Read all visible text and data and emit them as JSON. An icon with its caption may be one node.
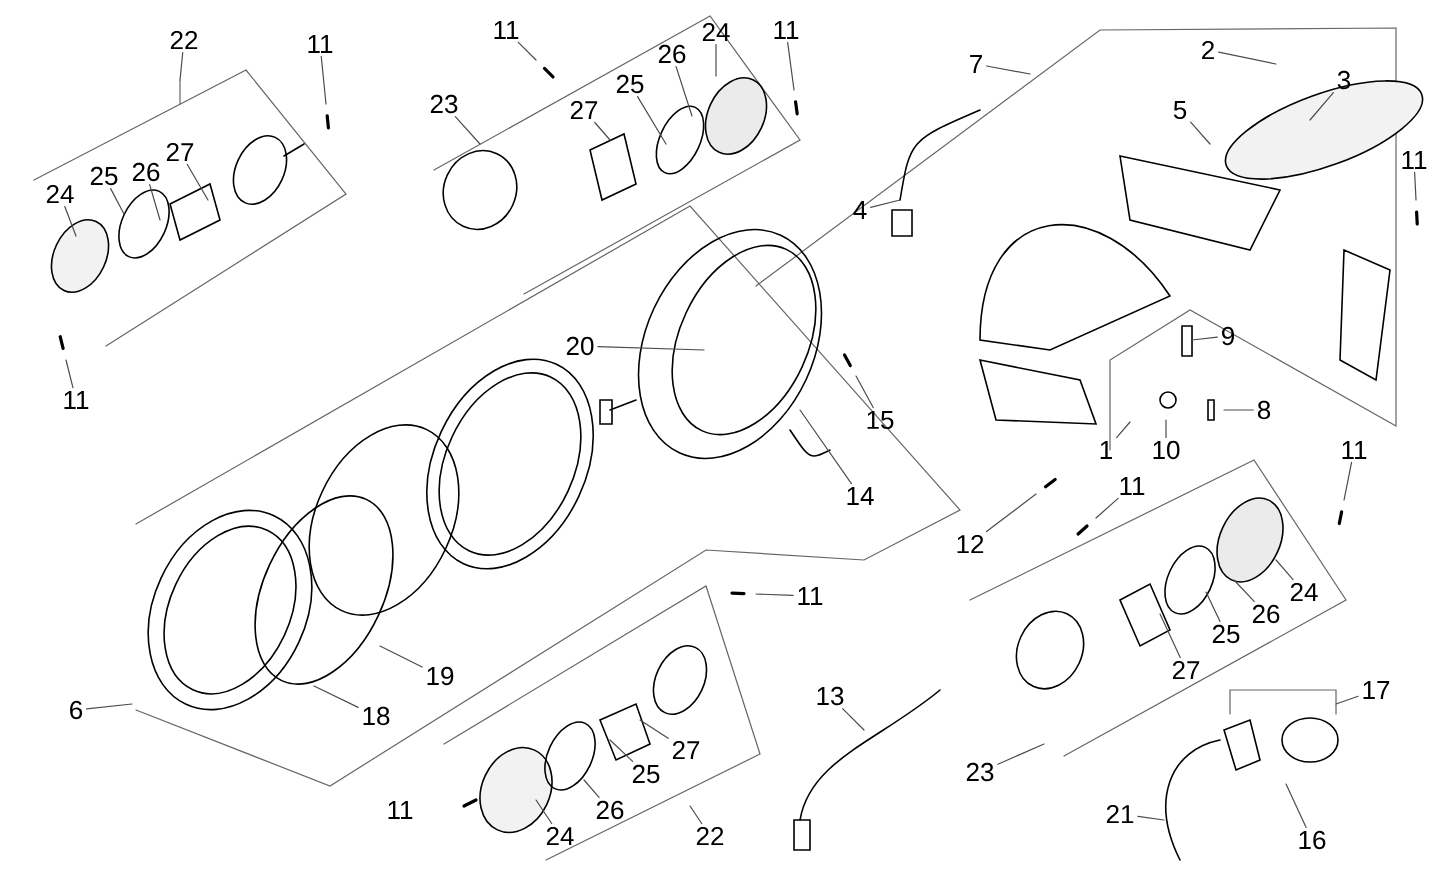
{
  "diagram": {
    "nodes": [
      {
        "text": [
          "22"
        ]
      },
      {
        "text": [
          "11"
        ]
      },
      {
        "text": [
          "27"
        ]
      },
      {
        "text": [
          "25"
        ]
      },
      {
        "text": [
          "26"
        ]
      },
      {
        "text": [
          "24"
        ]
      },
      {
        "text": [
          "11"
        ]
      },
      {
        "text": [
          "11"
        ]
      },
      {
        "text": [
          "23"
        ]
      },
      {
        "text": [
          "27"
        ]
      },
      {
        "text": [
          "25"
        ]
      },
      {
        "text": [
          "26"
        ]
      },
      {
        "text": [
          "24"
        ]
      },
      {
        "text": [
          "11"
        ]
      },
      {
        "text": [
          "7"
        ]
      },
      {
        "text": [
          "2"
        ]
      },
      {
        "text": [
          "3"
        ]
      },
      {
        "text": [
          "5"
        ]
      },
      {
        "text": [
          "11"
        ]
      },
      {
        "text": [
          "4"
        ]
      },
      {
        "text": [
          "20"
        ]
      },
      {
        "text": [
          "15"
        ]
      },
      {
        "text": [
          "9"
        ]
      },
      {
        "text": [
          "8"
        ]
      },
      {
        "text": [
          "1"
        ]
      },
      {
        "text": [
          "10"
        ]
      },
      {
        "text": [
          "14"
        ]
      },
      {
        "text": [
          "12"
        ]
      },
      {
        "text": [
          "11"
        ]
      },
      {
        "text": [
          "11"
        ]
      },
      {
        "text": [
          "24"
        ]
      },
      {
        "text": [
          "26"
        ]
      },
      {
        "text": [
          "25"
        ]
      },
      {
        "text": [
          "27"
        ]
      },
      {
        "text": [
          "11"
        ]
      },
      {
        "text": [
          "19"
        ]
      },
      {
        "text": [
          "6"
        ]
      },
      {
        "text": [
          "18"
        ]
      },
      {
        "text": [
          "13"
        ]
      },
      {
        "text": [
          "17"
        ]
      },
      {
        "text": [
          "23"
        ]
      },
      {
        "text": [
          "27"
        ]
      },
      {
        "text": [
          "25"
        ]
      },
      {
        "text": [
          "21"
        ]
      },
      {
        "text": [
          "26"
        ]
      },
      {
        "text": [
          "16"
        ]
      },
      {
        "text": [
          "24"
        ]
      },
      {
        "text": [
          "22"
        ]
      }
    ],
    "edges": [
      {
        "from": 0,
        "to": null,
        "arrow": "none"
      },
      {
        "from": 1,
        "to": null,
        "arrow": "none"
      },
      {
        "from": 2,
        "to": null,
        "arrow": "none"
      },
      {
        "from": 3,
        "to": null,
        "arrow": "none"
      },
      {
        "from": 4,
        "to": null,
        "arrow": "none"
      },
      {
        "from": 5,
        "to": null,
        "arrow": "none"
      },
      {
        "from": 6,
        "to": null,
        "arrow": "none"
      },
      {
        "from": 7,
        "to": null,
        "arrow": "none"
      },
      {
        "from": 8,
        "to": null,
        "arrow": "none"
      },
      {
        "from": 9,
        "to": null,
        "arrow": "none"
      },
      {
        "from": 10,
        "to": null,
        "arrow": "none"
      },
      {
        "from": 11,
        "to": null,
        "arrow": "none"
      },
      {
        "from": 12,
        "to": null,
        "arrow": "none"
      },
      {
        "from": 13,
        "to": null,
        "arrow": "none"
      },
      {
        "from": 14,
        "to": null,
        "arrow": "none"
      },
      {
        "from": 15,
        "to": null,
        "arrow": "none"
      },
      {
        "from": 16,
        "to": null,
        "arrow": "none"
      },
      {
        "from": 17,
        "to": null,
        "arrow": "none"
      },
      {
        "from": 18,
        "to": null,
        "arrow": "none"
      },
      {
        "from": 19,
        "to": null,
        "arrow": "none"
      },
      {
        "from": 20,
        "to": null,
        "arrow": "none"
      },
      {
        "from": 21,
        "to": null,
        "arrow": "none"
      },
      {
        "from": 22,
        "to": null,
        "arrow": "none"
      },
      {
        "from": 23,
        "to": null,
        "arrow": "none"
      },
      {
        "from": 24,
        "to": null,
        "arrow": "none"
      },
      {
        "from": 25,
        "to": null,
        "arrow": "none"
      },
      {
        "from": 26,
        "to": null,
        "arrow": "none"
      },
      {
        "from": 27,
        "to": null,
        "arrow": "none"
      },
      {
        "from": 28,
        "to": null,
        "arrow": "none"
      },
      {
        "from": 29,
        "to": null,
        "arrow": "none"
      },
      {
        "from": 30,
        "to": null,
        "arrow": "none"
      },
      {
        "from": 31,
        "to": null,
        "arrow": "none"
      },
      {
        "from": 32,
        "to": null,
        "arrow": "none"
      },
      {
        "from": 33,
        "to": null,
        "arrow": "none"
      },
      {
        "from": 34,
        "to": null,
        "arrow": "none"
      },
      {
        "from": 35,
        "to": null,
        "arrow": "none"
      },
      {
        "from": 36,
        "to": null,
        "arrow": "none"
      },
      {
        "from": 37,
        "to": null,
        "arrow": "none"
      },
      {
        "from": 38,
        "to": null,
        "arrow": "none"
      },
      {
        "from": 39,
        "to": null,
        "arrow": "none"
      },
      {
        "from": 40,
        "to": null,
        "arrow": "none"
      },
      {
        "from": 41,
        "to": null,
        "arrow": "none"
      },
      {
        "from": 42,
        "to": null,
        "arrow": "none"
      },
      {
        "from": 43,
        "to": null,
        "arrow": "none"
      },
      {
        "from": 44,
        "to": null,
        "arrow": "none"
      },
      {
        "from": 45,
        "to": null,
        "arrow": "none"
      },
      {
        "from": 46,
        "to": null,
        "arrow": "none"
      },
      {
        "from": 47,
        "to": null,
        "arrow": "none"
      }
    ],
    "labels": [
      "11"
    ]
  }
}
